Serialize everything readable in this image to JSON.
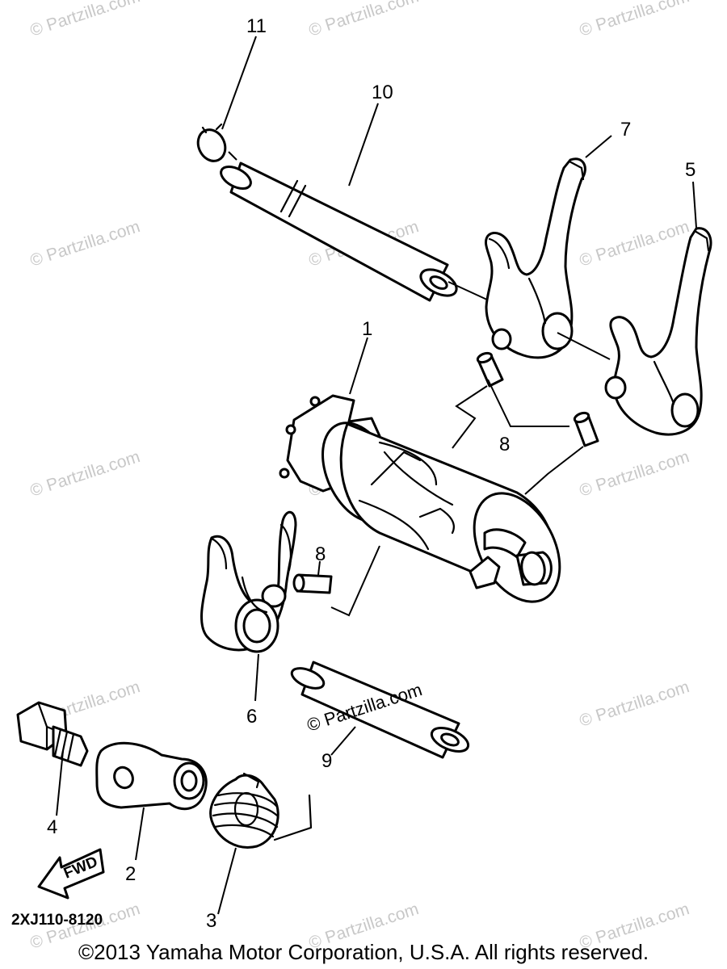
{
  "diagram": {
    "callouts": {
      "c1": "1",
      "c2": "2",
      "c3": "3",
      "c4": "4",
      "c5": "5",
      "c6": "6",
      "c7": "7",
      "c8a": "8",
      "c8b": "8",
      "c9": "9",
      "c10": "10",
      "c11": "11"
    },
    "diagram_code": "2XJ110-8120",
    "fwd_label": "FWD",
    "copyright": "©2013 Yamaha Motor Corporation, U.S.A. All rights reserved.",
    "watermark": "© Partzilla.com",
    "inline_watermark": "© Partzilla.com"
  }
}
